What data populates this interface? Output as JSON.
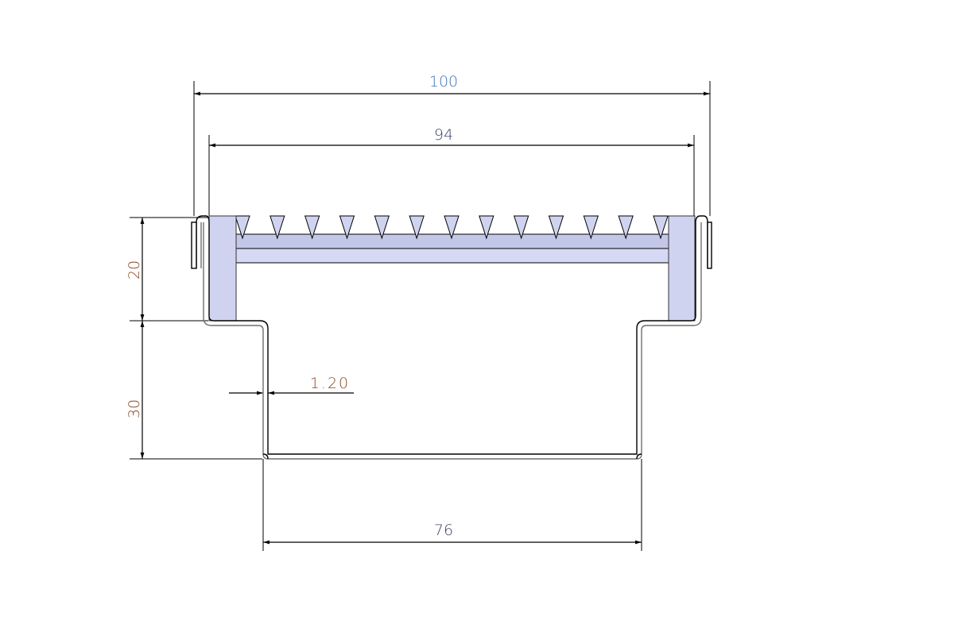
{
  "drawing": {
    "dimensions": {
      "overall_width": "100",
      "grating_width": "94",
      "top_height": "20",
      "channel_depth": "30",
      "thickness": "1.20",
      "channel_width": "76"
    },
    "tooth_count": 13,
    "colors": {
      "fill_block": "#d0d3f0",
      "fill_bar_top": "#c3c7e8",
      "fill_bar_bottom": "#d6d9f3",
      "line": "#000000",
      "sheet_line": "#6e6e6e",
      "text_blue": "#3c74b4",
      "text_brown": "#8a4a26",
      "text_dark": "#3d4466"
    }
  }
}
